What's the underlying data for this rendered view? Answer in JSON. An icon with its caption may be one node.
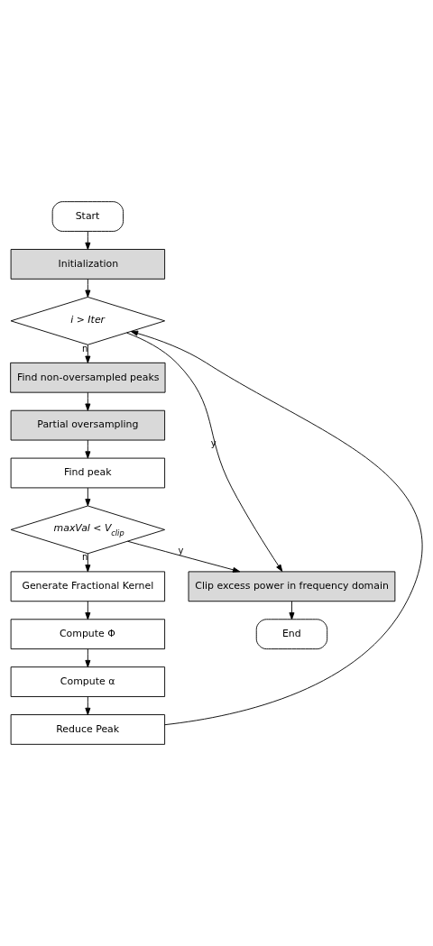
{
  "diagram": {
    "nodes": [
      {
        "text": [
          "Start"
        ]
      },
      {
        "text": [
          "Initialization"
        ]
      },
      {
        "text": [
          "i > Iter"
        ]
      },
      {
        "text": [
          "Find non-oversampled peaks"
        ]
      },
      {
        "text": [
          "Partial oversampling"
        ]
      },
      {
        "text": [
          "Find peak"
        ]
      },
      {
        "text": [
          "maxVal < V$_{clip}$"
        ]
      },
      {
        "text": [
          "Generate Fractional Kernel"
        ]
      },
      {
        "text": [
          "Compute Φ"
        ]
      },
      {
        "text": [
          "Compute α"
        ]
      },
      {
        "text": [
          "Reduce Peak"
        ]
      },
      {
        "text": [
          "Clip excess power in frequency domain"
        ]
      },
      {
        "text": [
          "End"
        ]
      }
    ],
    "edges": [
      {
        "from": 0,
        "to": 1,
        "arrow": "to"
      },
      {
        "from": 1,
        "to": 2,
        "arrow": "to"
      },
      {
        "from": 2,
        "to": 3,
        "arrow": "to",
        "label": "n"
      },
      {
        "from": 3,
        "to": 4,
        "arrow": "to"
      },
      {
        "from": 4,
        "to": 5,
        "arrow": "to"
      },
      {
        "from": 5,
        "to": 6,
        "arrow": "to"
      },
      {
        "from": 6,
        "to": 7,
        "arrow": "to",
        "label": "n"
      },
      {
        "from": 7,
        "to": 8,
        "arrow": "to"
      },
      {
        "from": 8,
        "to": 9,
        "arrow": "to"
      },
      {
        "from": 9,
        "to": 10,
        "arrow": "to"
      },
      {
        "from": 10,
        "to": 2,
        "arrow": "to"
      },
      {
        "from": 2,
        "to": 11,
        "arrow": "to",
        "label": "y"
      },
      {
        "from": 6,
        "to": 11,
        "arrow": "to",
        "label": "y"
      },
      {
        "from": 11,
        "to": 12,
        "arrow": "to"
      }
    ]
  }
}
